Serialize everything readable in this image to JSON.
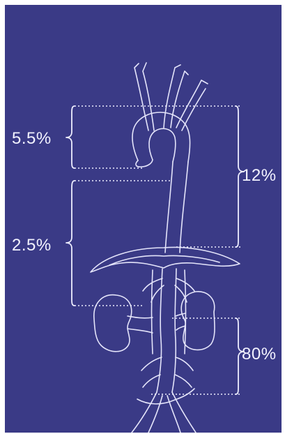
{
  "labels": {
    "thoracic_upper": "5.5%",
    "thoracic_lower": "2.5%",
    "thoracic_total": "12%",
    "abdominal": "80%"
  },
  "colors": {
    "background": "#3a3a86",
    "line": "#e8e8ff",
    "text": "#f2f2ff"
  }
}
